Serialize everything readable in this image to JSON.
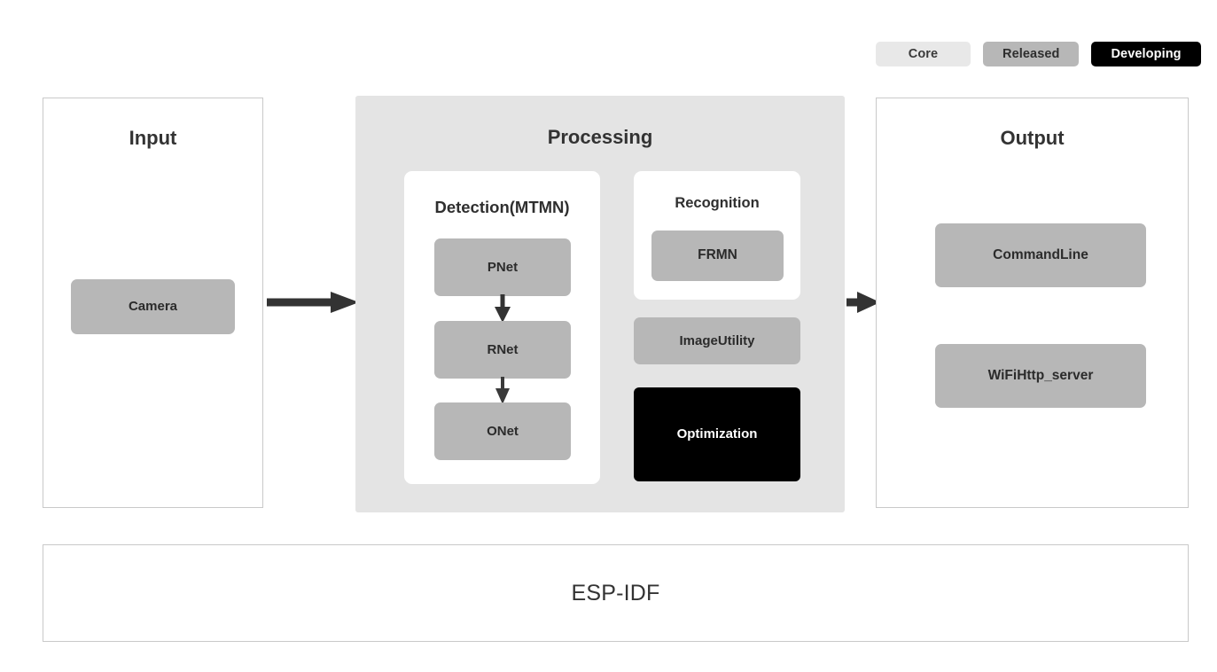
{
  "legend": {
    "items": [
      {
        "label": "Core",
        "color": "#e8e8e8",
        "text_color": "#3a3a3a",
        "name": "legend-core"
      },
      {
        "label": "Released",
        "color": "#b7b7b7",
        "text_color": "#2e2e2e",
        "name": "legend-released"
      },
      {
        "label": "Developing",
        "color": "#000000",
        "text_color": "#ffffff",
        "name": "legend-developing"
      }
    ]
  },
  "stages": {
    "input": {
      "title": "Input",
      "blocks": [
        {
          "label": "Camera",
          "status": "Released"
        }
      ]
    },
    "processing": {
      "title": "Processing",
      "detection": {
        "title": "Detection(MTMN)",
        "blocks": [
          {
            "label": "PNet",
            "status": "Released"
          },
          {
            "label": "RNet",
            "status": "Released"
          },
          {
            "label": "ONet",
            "status": "Released"
          }
        ]
      },
      "recognition": {
        "title": "Recognition",
        "blocks": [
          {
            "label": "FRMN",
            "status": "Released"
          }
        ]
      },
      "extras": [
        {
          "label": "Image\nUtility",
          "label_line1": "Image",
          "label_line2": "Utility",
          "status": "Released"
        },
        {
          "label": "Optimization",
          "status": "Developing"
        }
      ]
    },
    "output": {
      "title": "Output",
      "blocks": [
        {
          "label_line1": "Command",
          "label_line2": "Line",
          "status": "Released"
        },
        {
          "label_line1": "WiFi",
          "label_line2": "Http_server",
          "status": "Released"
        }
      ]
    }
  },
  "foundation": {
    "label": "ESP-IDF"
  },
  "flow": {
    "arrows": [
      {
        "from": "Input",
        "to": "Processing",
        "direction": "right"
      },
      {
        "from": "Processing",
        "to": "Output",
        "direction": "right"
      },
      {
        "from": "PNet",
        "to": "RNet",
        "direction": "down"
      },
      {
        "from": "RNet",
        "to": "ONet",
        "direction": "down"
      }
    ]
  },
  "colors": {
    "background": "#ffffff",
    "panel_border": "#c9c9c9",
    "processing_bg": "#e4e4e4",
    "subpanel_bg": "#ffffff",
    "released": "#b7b7b7",
    "core": "#e8e8e8",
    "developing": "#000000",
    "arrow": "#333333",
    "title_text": "#333333"
  }
}
